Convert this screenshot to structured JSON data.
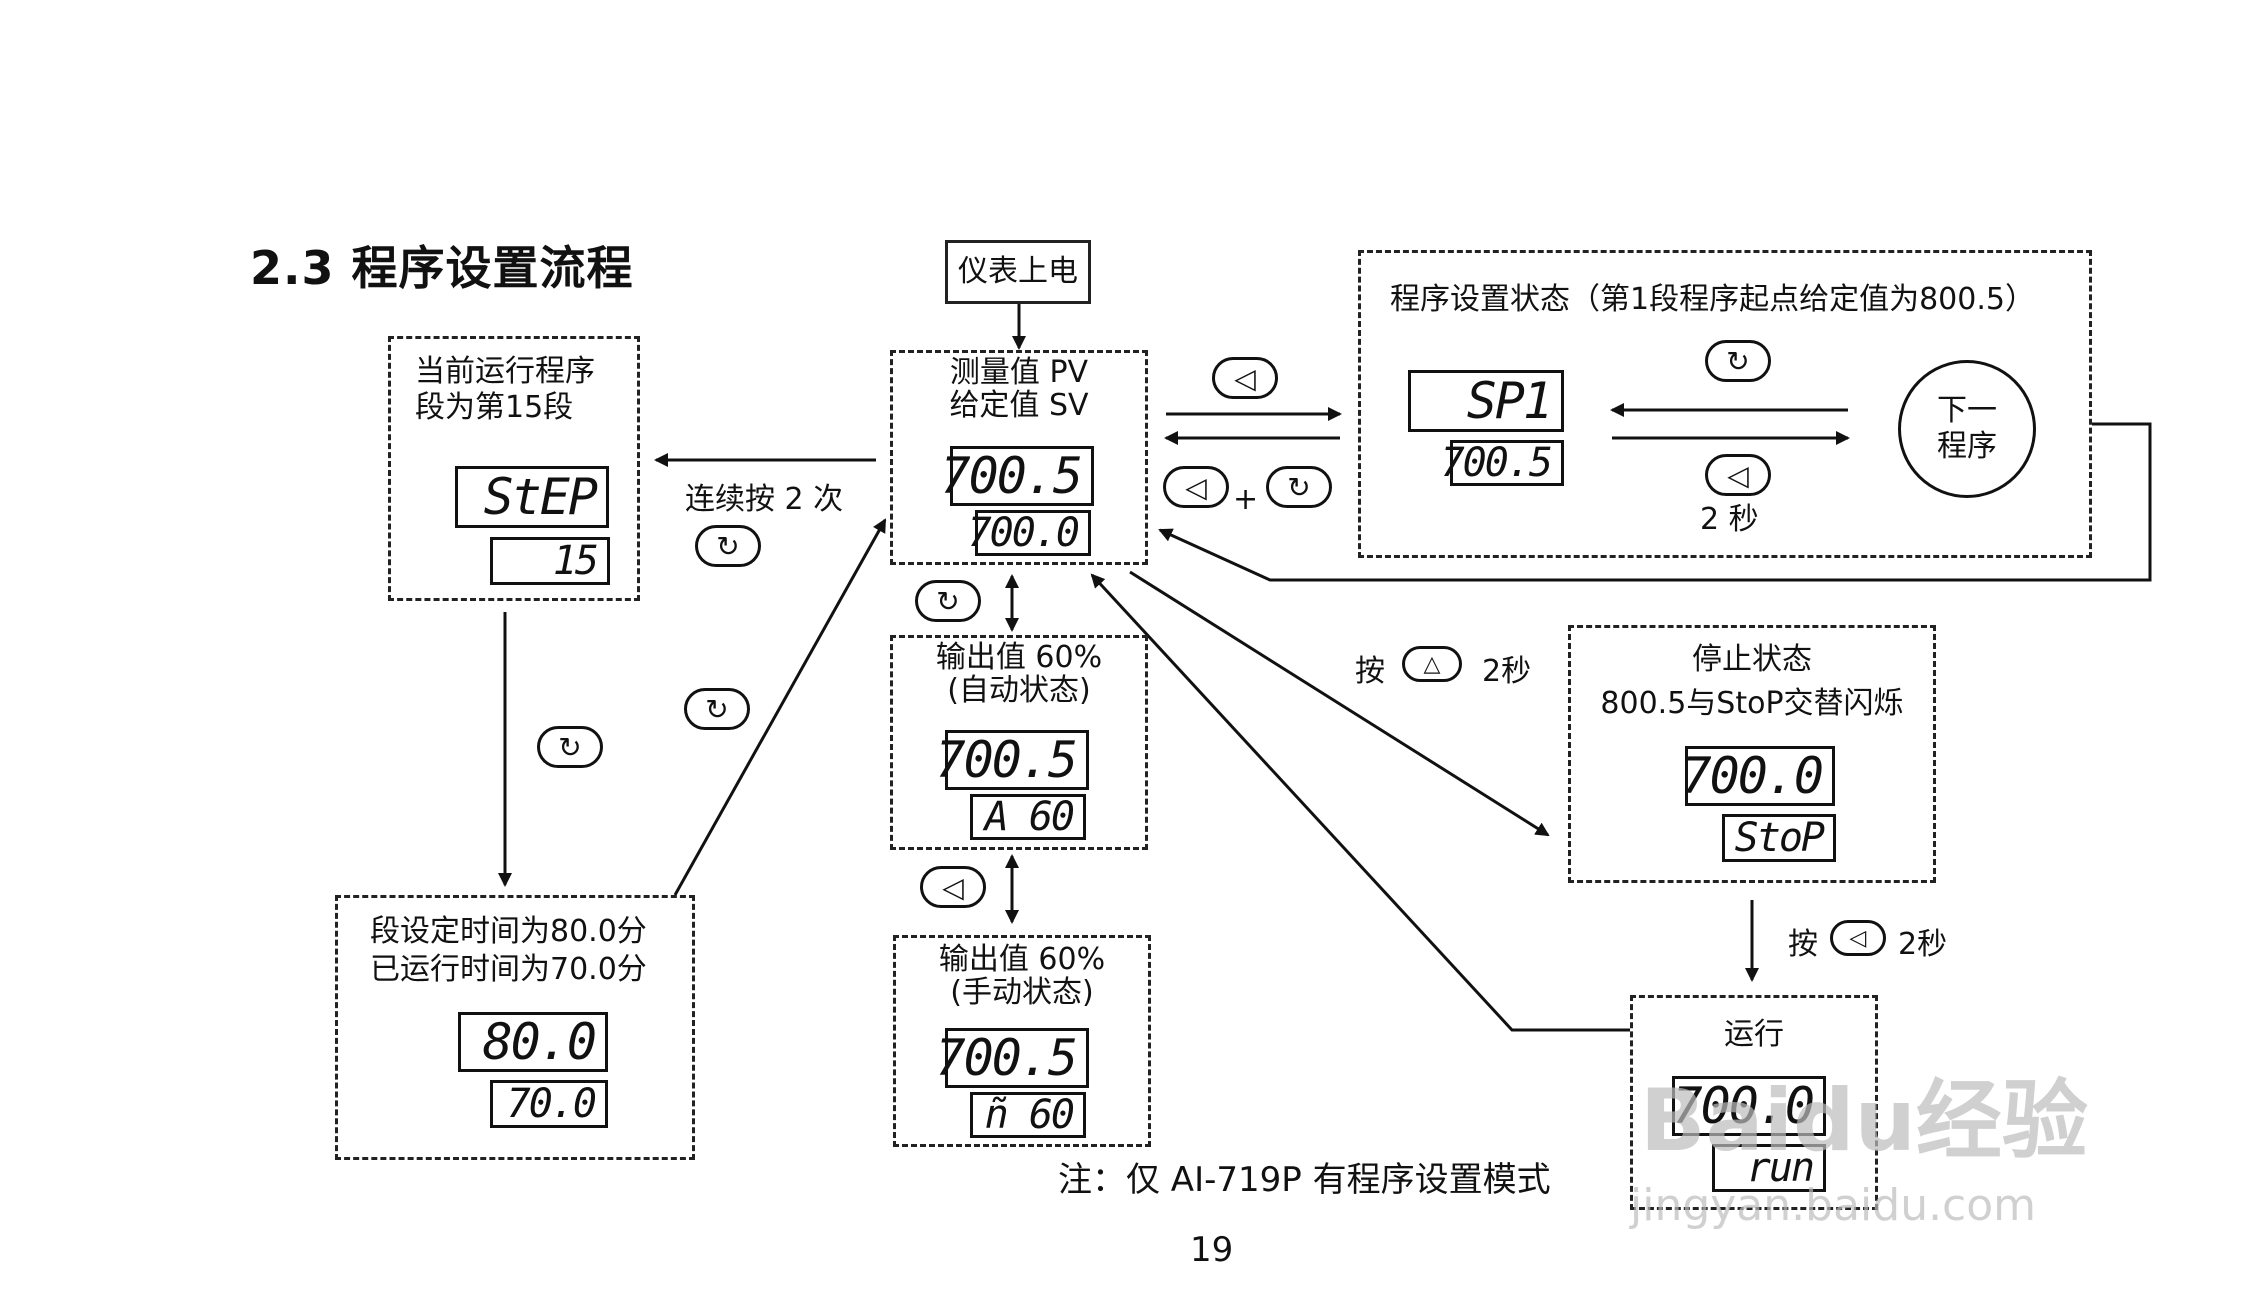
{
  "title": "2.3 程序设置流程",
  "power_on": "仪表上电",
  "main": {
    "label1": "测量值 PV",
    "label2": "给定值 SV",
    "pv": "700.5",
    "sv": "700.0"
  },
  "auto": {
    "label1": "输出值 60%",
    "label2": "(自动状态)",
    "pv": "700.5",
    "sv": "A 60"
  },
  "manual": {
    "label1": "输出值 60%",
    "label2": "(手动状态)",
    "pv": "700.5",
    "sv": "ñ 60"
  },
  "current_step": {
    "label1": "当前运行程序",
    "label2": "段为第15段",
    "top": "StEP",
    "bottom": "15"
  },
  "time_box": {
    "label1": "段设定时间为80.0分",
    "label2": "已运行时间为70.0分",
    "top": "80.0",
    "bottom": "70.0"
  },
  "program_set": {
    "label": "程序设置状态（第1段程序起点给定值为800.5）",
    "top": "SP1",
    "bottom": "700.5",
    "next_line1": "下一",
    "next_line2": "程序",
    "seconds": "2 秒"
  },
  "stop_state": {
    "label1": "停止状态",
    "label2": "800.5与StoP交替闪烁",
    "top": "700.0",
    "bottom": "StoP",
    "press": "按",
    "seconds": "2秒"
  },
  "run_state": {
    "label": "运行",
    "top": "700.0",
    "bottom": "run",
    "press": "按",
    "seconds": "2秒"
  },
  "press_twice": "连续按 2 次",
  "plus": "+",
  "note": "注：仅 AI-719P 有程序设置模式",
  "page_number": "19",
  "icons": {
    "cycle": "↻",
    "left": "◁",
    "up": "△"
  },
  "watermark": {
    "text": "Baidu经验",
    "url": "jingyan.baidu.com"
  }
}
